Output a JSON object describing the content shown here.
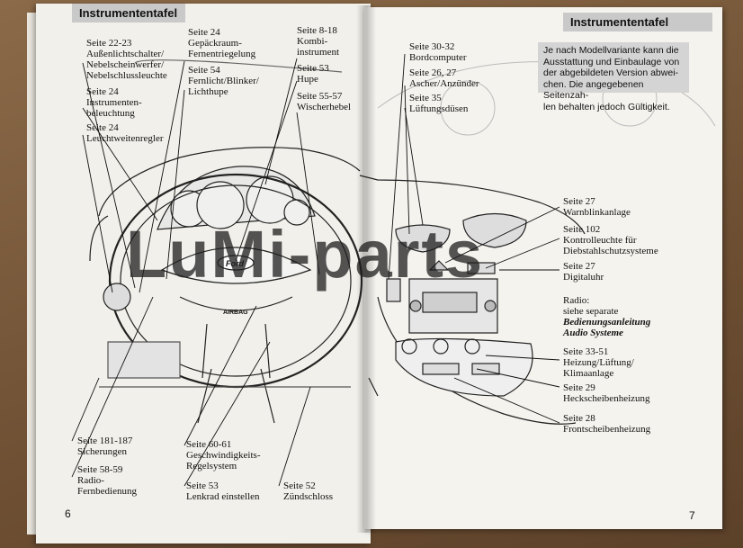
{
  "left_page": {
    "header": "Instrumententafel",
    "page_number": "6",
    "labels": [
      {
        "lines": [
          "Seite 22-23",
          "Außenlichtschalter/",
          "Nebelscheinwerfer/",
          "Nebelschlussleuchte"
        ]
      },
      {
        "lines": [
          "Seite 24",
          "Instrumenten-",
          "beleuchtung"
        ]
      },
      {
        "lines": [
          "Seite 24",
          "Leuchtweitenregler"
        ]
      },
      {
        "lines": [
          "Seite 24",
          "Gepäckraum-",
          "Fernentriegelung"
        ]
      },
      {
        "lines": [
          "Seite 54",
          "Fernlicht/Blinker/",
          "Lichthupe"
        ]
      },
      {
        "lines": [
          "Seite 8-18",
          "Kombi-",
          "instrument"
        ]
      },
      {
        "lines": [
          "Seite 53",
          "Hupe"
        ]
      },
      {
        "lines": [
          "Seite 55-57",
          "Wischerhebel"
        ]
      },
      {
        "lines": [
          "Seite 181-187",
          "Sicherungen"
        ]
      },
      {
        "lines": [
          "Seite 58-59",
          "Radio-",
          "Fernbedienung"
        ]
      },
      {
        "lines": [
          "Seite 60-61",
          "Geschwindigkeits-",
          "Regelsystem"
        ]
      },
      {
        "lines": [
          "Seite 53",
          "Lenkrad einstellen"
        ]
      },
      {
        "lines": [
          "Seite 52",
          "Zündschloss"
        ]
      }
    ],
    "wheel_badges": {
      "brand": "Ford",
      "airbag": "AIRBAG"
    }
  },
  "right_page": {
    "header": "Instrumententafel",
    "page_number": "7",
    "note": [
      "Je nach Modellvariante kann die",
      "Ausstattung und Einbaulage von",
      "der abgebildeten Version abwei-",
      "chen. Die angegebenen Seitenzah-",
      "len behalten jedoch Gültigkeit."
    ],
    "labels": [
      {
        "lines": [
          "Seite 30-32",
          "Bordcomputer"
        ]
      },
      {
        "lines": [
          "Seite 26, 27",
          "Ascher/Anzünder"
        ]
      },
      {
        "lines": [
          "Seite 35",
          "Lüftungsdüsen"
        ]
      },
      {
        "lines": [
          "Seite 27",
          "Warnblinkanlage"
        ]
      },
      {
        "lines": [
          "Seite 102",
          "Kontrolleuchte für",
          "Diebstahlschutzsysteme"
        ]
      },
      {
        "lines": [
          "Seite 27",
          "Digitaluhr"
        ]
      },
      {
        "lines": [
          "Radio:",
          "siehe separate"
        ]
      },
      {
        "lines": [
          "Bedienungsanleitung",
          "Audio Systeme"
        ]
      },
      {
        "lines": [
          "Seite 33-51",
          "Heizung/Lüftung/",
          "Klimaanlage"
        ]
      },
      {
        "lines": [
          "Seite 29",
          "Heckscheibenheizung"
        ]
      },
      {
        "lines": [
          "Seite 28",
          "Frontscheibenheizung"
        ]
      }
    ]
  },
  "watermark": "LuMi-parts"
}
